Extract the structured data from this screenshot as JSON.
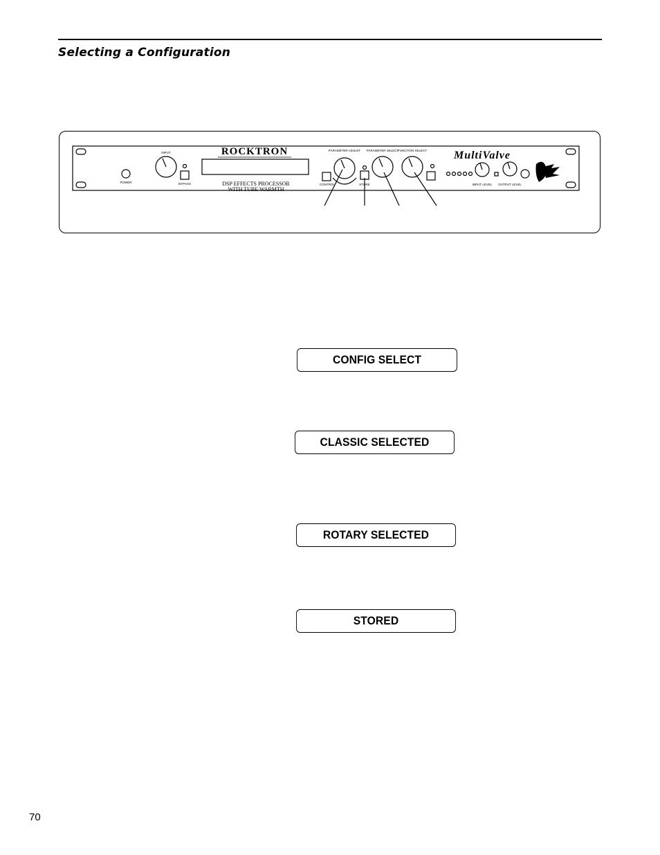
{
  "header": {
    "title": "Selecting a Configuration"
  },
  "device_panel": {
    "brand": "ROCKTRON",
    "model": "MultiValve",
    "description_line1": "DSP EFFECTS PROCESSOR",
    "description_line2": "WITH TUBE WARMTH",
    "controls": {
      "power": "POWER",
      "input_knob": "INPUT",
      "parameter_adjust": "PARAMETER ADJUST",
      "parameter_select": "PARAMETER SELECT",
      "function_select": "FUNCTION SELECT",
      "bypass_button": "BYPASS",
      "store_button": "STORE",
      "control_button": "CONTROL",
      "input_level": "INPUT LEVEL",
      "output_level": "OUTPUT LEVEL"
    }
  },
  "displays": [
    {
      "text": "CONFIG SELECT"
    },
    {
      "text": "CLASSIC SELECTED"
    },
    {
      "text": "ROTARY SELECTED"
    },
    {
      "text": "STORED"
    }
  ],
  "footer": {
    "page_number": "70"
  }
}
